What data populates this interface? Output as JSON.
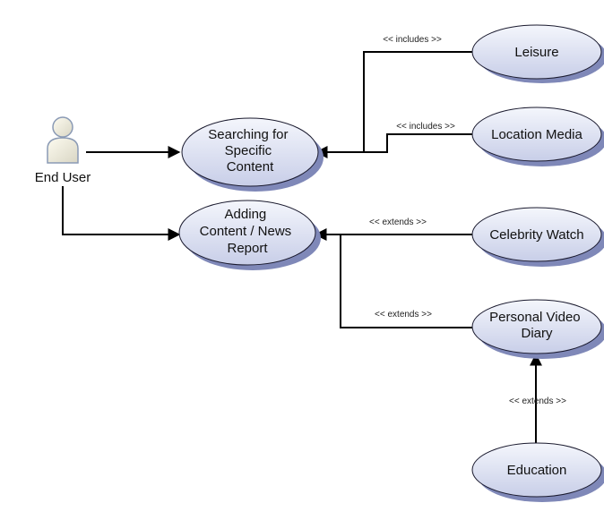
{
  "actor": {
    "label": "End User",
    "icon": "user-icon"
  },
  "use_cases": {
    "searching": [
      "Searching for",
      "Specific",
      "Content"
    ],
    "adding": [
      "Adding",
      "Content / News",
      "Report"
    ],
    "leisure": [
      "Leisure"
    ],
    "location_media": [
      "Location Media"
    ],
    "celebrity_watch": [
      "Celebrity Watch"
    ],
    "personal_video_diary": [
      "Personal Video",
      "Diary"
    ],
    "education": [
      "Education"
    ]
  },
  "relations": {
    "includes_1": "<< includes >>",
    "includes_2": "<< includes >>",
    "extends_1": "<<  extends  >>",
    "extends_2": "<< extends >>",
    "extends_3": "<< extends >>"
  },
  "colors": {
    "ellipse_fill_top": "#f2f4fb",
    "ellipse_fill_bottom": "#c9cfe8",
    "shadow": "#7f88b8",
    "line": "#000000"
  }
}
